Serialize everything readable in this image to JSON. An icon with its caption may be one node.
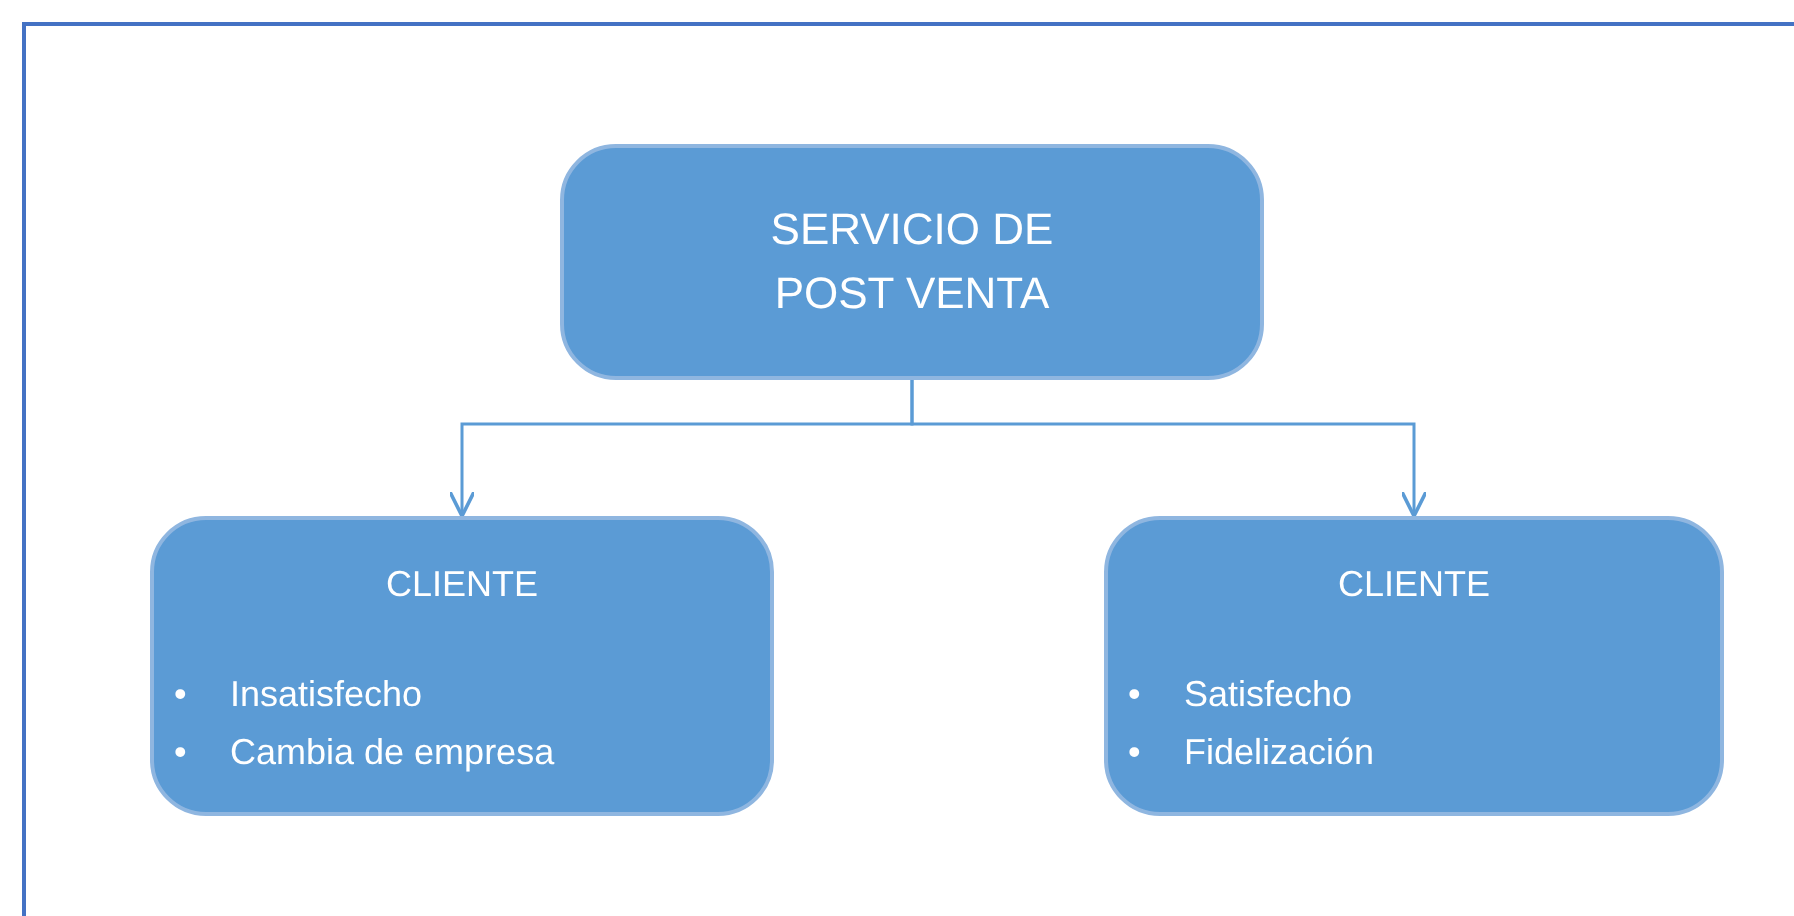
{
  "diagram": {
    "nodes": [
      {
        "text": [
          "SERVICIO DE POST VENTA"
        ]
      },
      {
        "text": [
          "CLIENTE",
          "Insatisfecho",
          "Cambia de empresa"
        ]
      },
      {
        "text": [
          "CLIENTE",
          "Satisfecho",
          "Fidelización"
        ]
      }
    ],
    "edges": [
      {
        "from": 0,
        "to": 1,
        "arrow": "to"
      },
      {
        "from": 0,
        "to": 2,
        "arrow": "to"
      }
    ],
    "labels": [
      "•",
      "•",
      "•",
      "•"
    ]
  }
}
